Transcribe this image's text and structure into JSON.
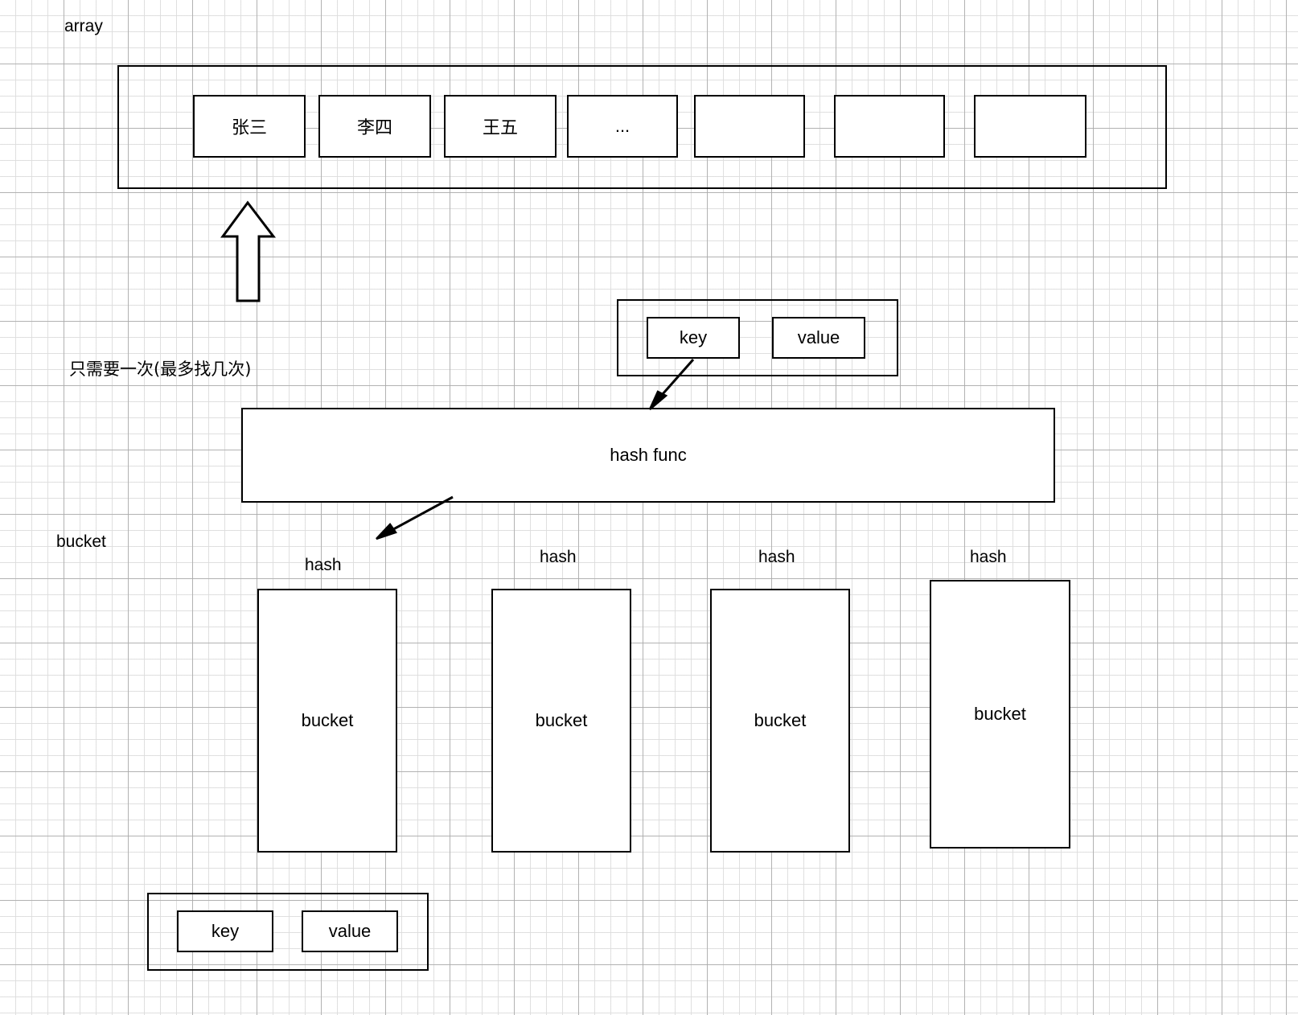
{
  "diagram": {
    "title_labels": {
      "array": "array",
      "bucket": "bucket",
      "note_cn": "只需要一次(最多找几次)"
    },
    "array_row": {
      "cells": [
        {
          "text": "张三"
        },
        {
          "text": "李四"
        },
        {
          "text": "王五"
        },
        {
          "text": "..."
        },
        {
          "text": ""
        },
        {
          "text": ""
        },
        {
          "text": ""
        }
      ]
    },
    "kv_top": {
      "key_label": "key",
      "value_label": "value"
    },
    "hash_func": {
      "label": "hash func"
    },
    "buckets": [
      {
        "hash_label": "hash",
        "label": "bucket"
      },
      {
        "hash_label": "hash",
        "label": "bucket"
      },
      {
        "hash_label": "hash",
        "label": "bucket"
      },
      {
        "hash_label": "hash",
        "label": "bucket"
      }
    ],
    "kv_bottom": {
      "key_label": "key",
      "value_label": "value"
    },
    "colors": {
      "stroke": "#000000",
      "background": "#ffffff",
      "grid_minor": "#dcdcdc",
      "grid_major": "#aaaaaa"
    }
  }
}
